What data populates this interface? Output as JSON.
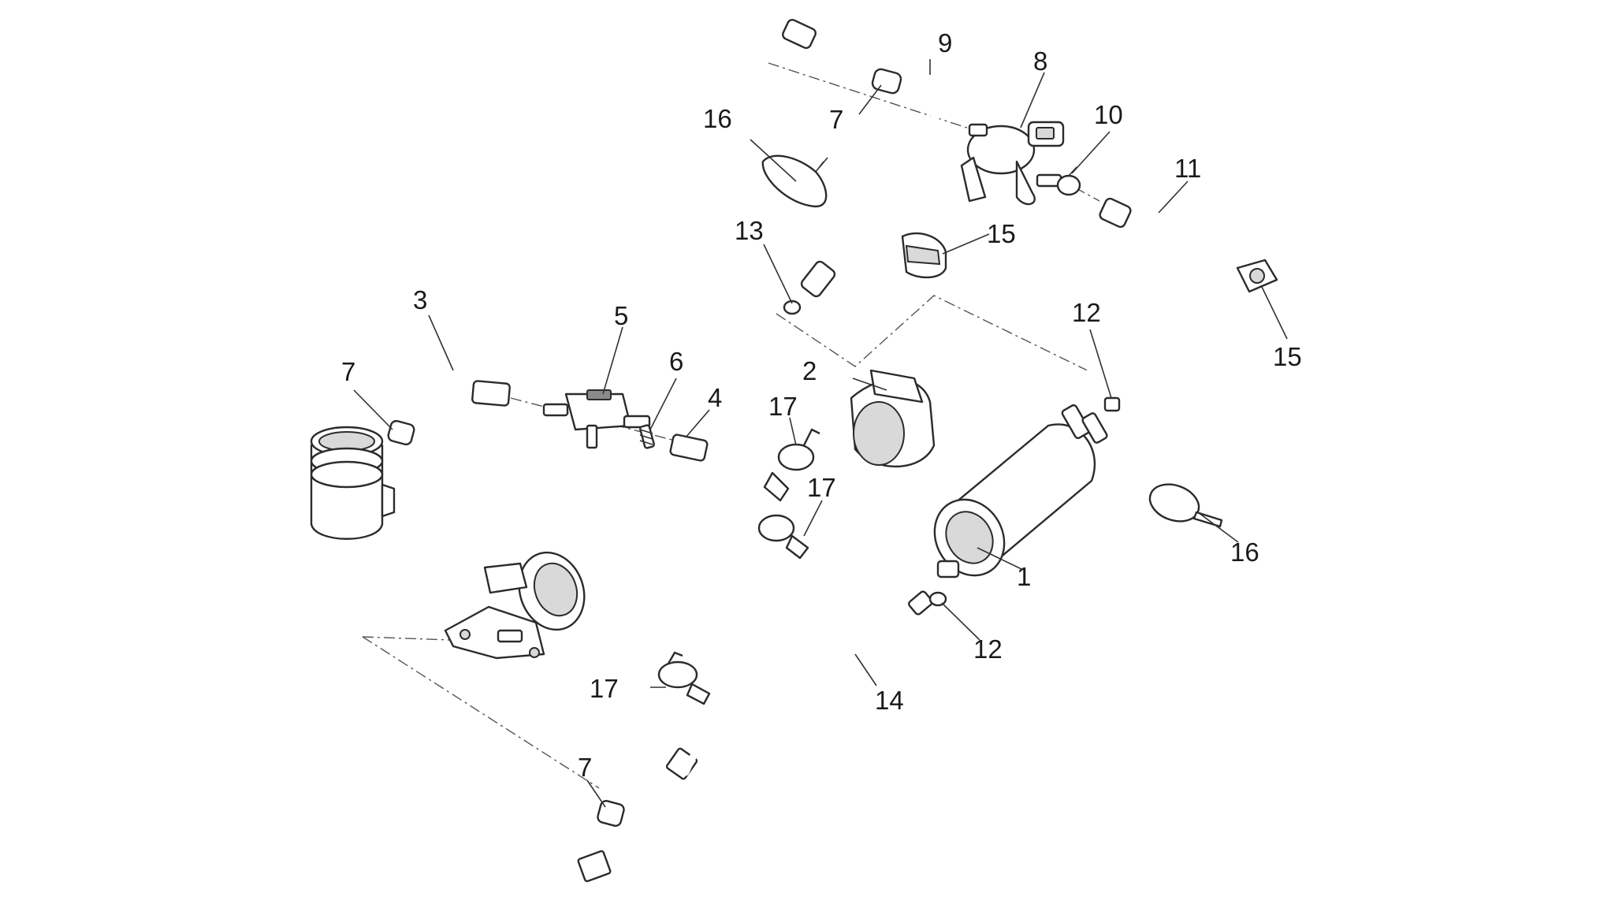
{
  "labels": {
    "n1": "1",
    "n2": "2",
    "n3": "3",
    "n4": "4",
    "n5": "5",
    "n6": "6",
    "n7a": "7",
    "n7b": "7",
    "n7c": "7",
    "n8": "8",
    "n9": "9",
    "n10": "10",
    "n11": "11",
    "n12a": "12",
    "n12b": "12",
    "n13": "13",
    "n14": "14",
    "n15a": "15",
    "n15b": "15",
    "n16a": "16",
    "n16b": "16",
    "n17a": "17",
    "n17b": "17",
    "n17c": "17"
  }
}
